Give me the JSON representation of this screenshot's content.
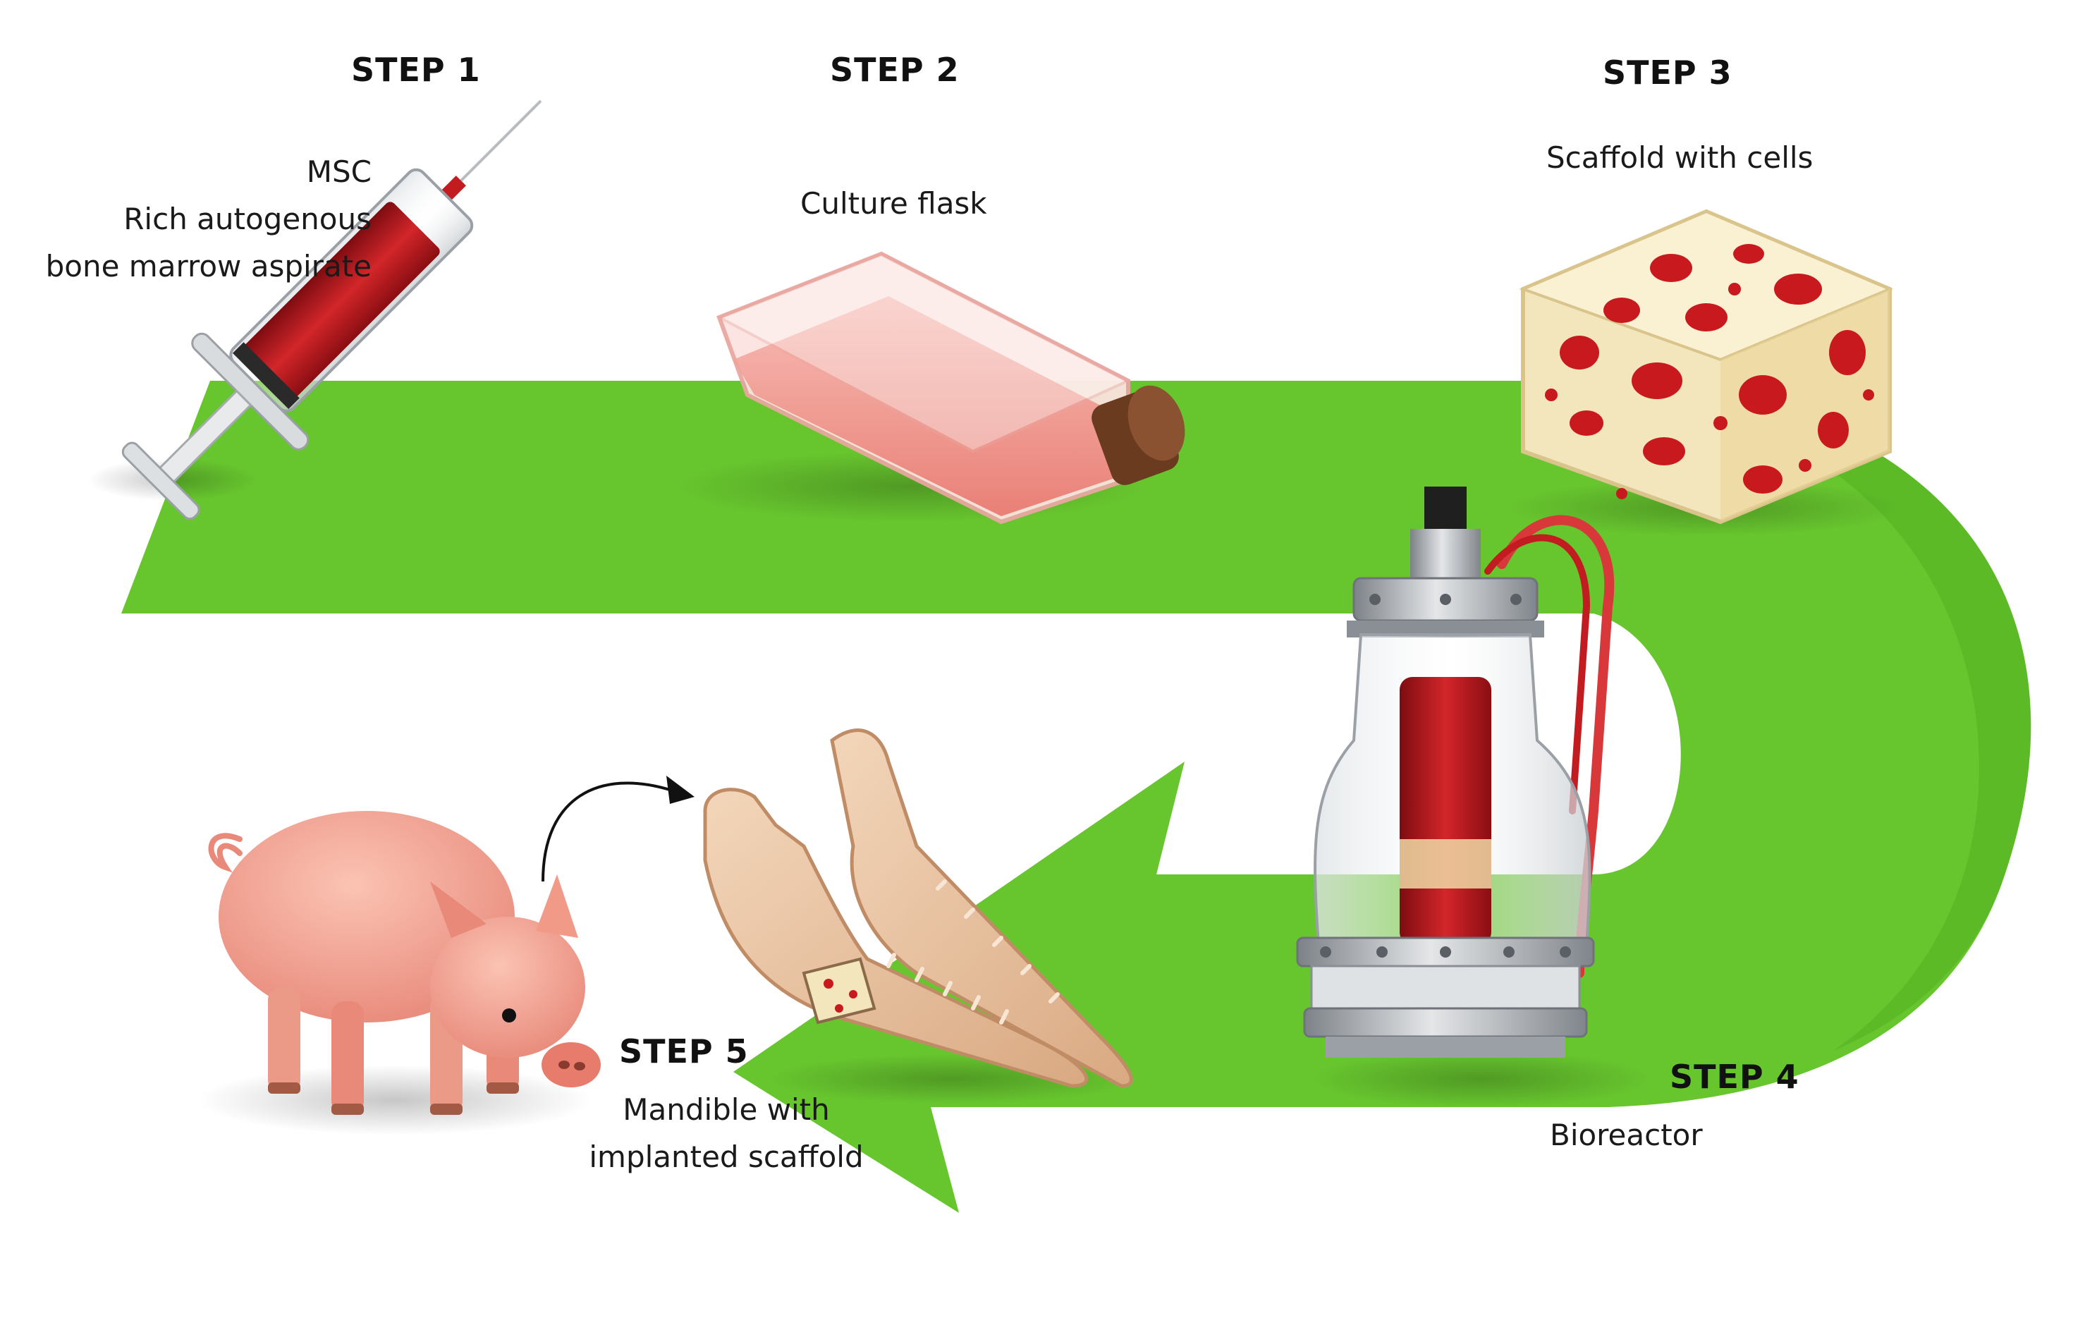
{
  "colors": {
    "flow_arrow": "#67c52e",
    "flow_arrow_dark": "#4fae1e",
    "blood_red": "#b5161c",
    "flask_pink": "#f2a09a",
    "scaffold_cream": "#f4e6bc",
    "bone_tan": "#e9c3a0",
    "pig_pink": "#f4aa98",
    "steel_gray": "#a9adb3"
  },
  "steps": [
    {
      "title": "STEP 1",
      "caption": [
        "MSC",
        "Rich autogenous",
        "bone marrow aspirate"
      ],
      "icon": "syringe-icon"
    },
    {
      "title": "STEP 2",
      "caption": [
        "Culture flask"
      ],
      "icon": "culture-flask-icon"
    },
    {
      "title": "STEP 3",
      "caption": [
        "Scaffold with cells"
      ],
      "icon": "scaffold-icon"
    },
    {
      "title": "STEP 4",
      "caption": [
        "Bioreactor"
      ],
      "icon": "bioreactor-icon"
    },
    {
      "title": "STEP 5",
      "caption": [
        "Mandible with",
        "implanted scaffold"
      ],
      "icon": "mandible-icon"
    }
  ],
  "extra_icons": [
    "pig-icon",
    "curved-arrow-icon",
    "flow-arrow-icon"
  ]
}
